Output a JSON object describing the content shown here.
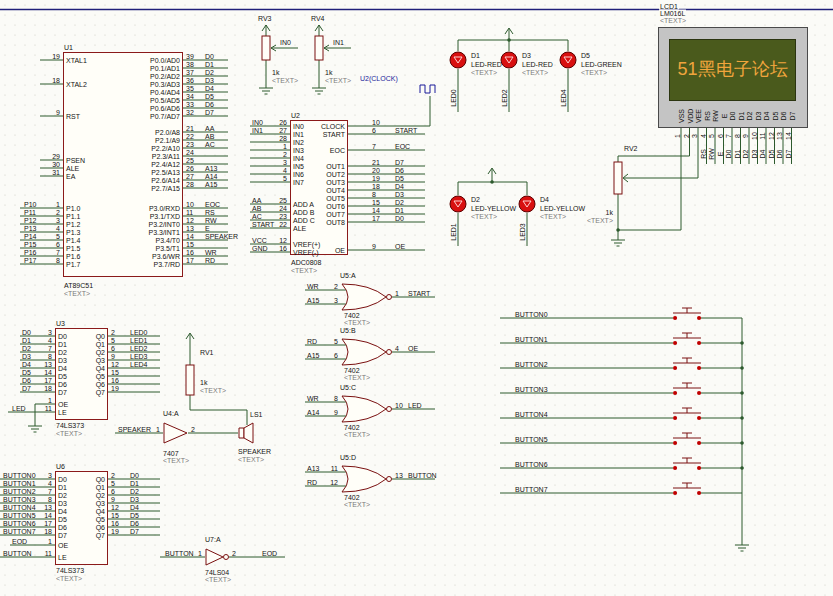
{
  "diagram": {
    "nodes": [
      {
        "text": [
          "U1",
          "AT89C51",
          "<TEXT>"
        ]
      },
      {
        "text": [
          "U2",
          "ADC0808",
          "<TEXT>"
        ]
      },
      {
        "text": [
          "U3",
          "74LS373",
          "<TEXT>"
        ]
      },
      {
        "text": [
          "U6",
          "74LS373",
          "<TEXT>"
        ]
      },
      {
        "text": [
          "LCD1",
          "LM016L",
          "<TEXT>"
        ]
      },
      {
        "text": [
          "51黑电子论坛"
        ],
        "in": 4
      },
      {
        "text": [
          "U4:A",
          "7407",
          "<TEXT>"
        ]
      },
      {
        "text": [
          "LS1",
          "SPEAKER",
          "<TEXT>"
        ]
      },
      {
        "text": [
          "U5:A",
          "7402",
          "<TEXT>"
        ]
      },
      {
        "text": [
          "U5:B",
          "7402",
          "<TEXT>"
        ]
      },
      {
        "text": [
          "U5:C",
          "7402",
          "<TEXT>"
        ]
      },
      {
        "text": [
          "U5:D",
          "7402",
          "<TEXT>"
        ]
      },
      {
        "text": [
          "U7:A",
          "74LS04",
          "<TEXT>"
        ]
      },
      {
        "text": [
          "D1",
          "LED-RED",
          "<TEXT>"
        ]
      },
      {
        "text": [
          "D3",
          "LED-RED",
          "<TEXT>"
        ]
      },
      {
        "text": [
          "D5",
          "LED-GREEN",
          "<TEXT>"
        ]
      },
      {
        "text": [
          "D2",
          "LED-YELLOW",
          "<TEXT>"
        ]
      },
      {
        "text": [
          "D4",
          "LED-YELLOW",
          "<TEXT>"
        ]
      }
    ],
    "edges": [
      {
        "from": 6,
        "to": 7,
        "arrow": "none"
      }
    ],
    "labels": [
      "XTAL1",
      "XTAL2",
      "RST",
      "PSEN",
      "ALE",
      "EA",
      "P1.0",
      "P1.1",
      "P1.2",
      "P1.3",
      "P1.4",
      "P1.5",
      "P1.6",
      "P1.7",
      "19",
      "18",
      "9",
      "29",
      "30",
      "31",
      "1",
      "2",
      "3",
      "4",
      "5",
      "6",
      "7",
      "8",
      "P10",
      "P11",
      "P12",
      "P13",
      "P14",
      "P15",
      "P16",
      "P17",
      "P0.0/AD0",
      "P0.1/AD1",
      "P0.2/AD2",
      "P0.3/AD3",
      "P0.4/AD4",
      "P0.5/AD5",
      "P0.6/AD6",
      "P0.7/AD7",
      "P2.0/A8",
      "P2.1/A9",
      "P2.2/A10",
      "P2.3/A11",
      "P2.4/A12",
      "P2.5/A13",
      "P2.6/A14",
      "P2.7/A15",
      "P3.0/RXD",
      "P3.1/TXD",
      "P3.2/INT0",
      "P3.3/INT1",
      "P3.4/T0",
      "P3.5/T1",
      "P3.6/WR",
      "P3.7/RD",
      "39",
      "38",
      "37",
      "36",
      "35",
      "34",
      "33",
      "32",
      "21",
      "22",
      "23",
      "24",
      "25",
      "26",
      "27",
      "28",
      "10",
      "11",
      "12",
      "13",
      "14",
      "15",
      "16",
      "17",
      "D0",
      "D1",
      "D2",
      "D3",
      "D4",
      "D5",
      "D6",
      "D7",
      "AA",
      "AB",
      "AC",
      "A13",
      "A14",
      "A15",
      "EOC",
      "RS",
      "RW",
      "E",
      "SPEAKER",
      "WR",
      "RD",
      "IN0",
      "IN1",
      "IN2",
      "IN3",
      "IN4",
      "IN5",
      "IN6",
      "IN7",
      "ADD A",
      "ADD B",
      "ADD C",
      "ALE",
      "VREF(+)",
      "VREF(-)",
      "CLOCK",
      "START",
      "EOC",
      "OUT1",
      "OUT2",
      "OUT3",
      "OUT4",
      "OUT5",
      "OUT6",
      "OUT7",
      "OUT8",
      "OE",
      "26",
      "27",
      "28",
      "1",
      "2",
      "3",
      "4",
      "5",
      "25",
      "24",
      "23",
      "22",
      "12",
      "16",
      "IN0",
      "IN1",
      "AA",
      "AB",
      "AC",
      "START",
      "VCC",
      "GND",
      "10",
      "6",
      "7",
      "21",
      "20",
      "19",
      "18",
      "8",
      "15",
      "14",
      "17",
      "9",
      "START",
      "EOC",
      "D7",
      "D6",
      "D5",
      "D4",
      "D3",
      "D2",
      "D1",
      "D0",
      "OE",
      "U2(CLOCK)",
      "RV3",
      "IN0",
      "1k",
      "<TEXT>",
      "RV4",
      "IN1",
      "1k",
      "<TEXT>",
      "LED0",
      "LED2",
      "LED4",
      "LED1",
      "LED3",
      "VSS",
      "VDD",
      "VEE",
      "RS",
      "RW",
      "E",
      "D0",
      "D1",
      "D2",
      "D3",
      "D4",
      "D5",
      "D6",
      "D7",
      "1",
      "2",
      "3",
      "4",
      "5",
      "6",
      "7",
      "8",
      "9",
      "10",
      "11",
      "12",
      "13",
      "14",
      "RS",
      "RW",
      "E",
      "D0",
      "D1",
      "D2",
      "D3",
      "D4",
      "D5",
      "D6",
      "D7",
      "RV2",
      "1k",
      "<TEXT>",
      "D0",
      "D1",
      "D2",
      "D3",
      "D4",
      "D5",
      "D6",
      "D7",
      "OE",
      "LE",
      "Q0",
      "Q1",
      "Q2",
      "Q3",
      "Q4",
      "Q5",
      "Q6",
      "Q7",
      "3",
      "4",
      "7",
      "8",
      "13",
      "14",
      "17",
      "18",
      "1",
      "11",
      "D0",
      "D1",
      "D2",
      "D3",
      "D4",
      "D5",
      "D6",
      "D7",
      "LED",
      "2",
      "5",
      "6",
      "9",
      "12",
      "15",
      "16",
      "19",
      "LED0",
      "LED1",
      "LED2",
      "LED3",
      "LED4",
      "D0",
      "D1",
      "D2",
      "D3",
      "D4",
      "D5",
      "D6",
      "D7",
      "OE",
      "LE",
      "Q0",
      "Q1",
      "Q2",
      "Q3",
      "Q4",
      "Q5",
      "Q6",
      "Q7",
      "3",
      "4",
      "7",
      "8",
      "13",
      "14",
      "17",
      "18",
      "1",
      "11",
      "BUTTON0",
      "BUTTON1",
      "BUTTON2",
      "BUTTON3",
      "BUTTON4",
      "BUTTON5",
      "BUTTON6",
      "BUTTON7",
      "EOD",
      "BUTTON",
      "2",
      "5",
      "6",
      "9",
      "12",
      "15",
      "16",
      "19",
      "D0",
      "D1",
      "D2",
      "D3",
      "D4",
      "D5",
      "D6",
      "D7",
      "RV1",
      "1k",
      "<TEXT>",
      "SPEAKER",
      "1",
      "2",
      "WR",
      "A15",
      "2",
      "3",
      "1",
      "START",
      "RD",
      "A15",
      "5",
      "6",
      "4",
      "OE",
      "WR",
      "A14",
      "8",
      "9",
      "10",
      "LED",
      "A13",
      "RD",
      "11",
      "12",
      "13",
      "BUTTON",
      "BUTTON",
      "1",
      "2",
      "EOD",
      "BUTTON0",
      "BUTTON1",
      "BUTTON2",
      "BUTTON3",
      "BUTTON4",
      "BUTTON5",
      "BUTTON6",
      "BUTTON7"
    ]
  }
}
